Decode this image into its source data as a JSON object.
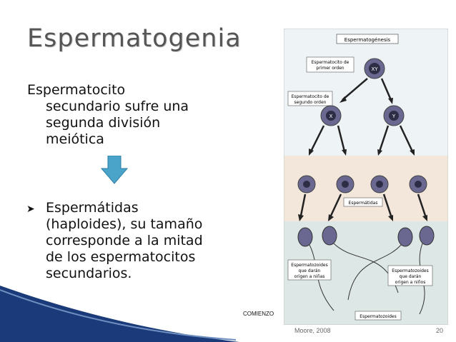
{
  "slide": {
    "title": "Espermatogenia",
    "bullet1_line1": "Espermatocito",
    "bullet1_line2": "secundario sufre una",
    "bullet1_line3": "segunda división",
    "bullet1_line4": "meiótica",
    "bullet2_lines": [
      "Espermátidas",
      "(haploides), su tamaño",
      "corresponde a la mitad",
      "de los espermatocitos",
      "secundarios."
    ],
    "comienzo": "COMIENZO",
    "footer_left": "Moore, 2008",
    "footer_right": "20"
  },
  "figure": {
    "heading": "Espermatogénesis",
    "label_primary": [
      "Espermatocito de",
      "primer orden"
    ],
    "label_secondary": [
      "Espermatocito de",
      "segundo orden"
    ],
    "label_spermatids": "Espermátidas",
    "label_girls": [
      "Espermatozoides",
      "que darán",
      "origen a niñas"
    ],
    "label_boys": [
      "Espermatozoides",
      "que darán",
      "origen a niños"
    ],
    "label_sperm": "Espermatozoides",
    "chrom_primary": "XY",
    "chrom_secondary_left": "X",
    "chrom_secondary_right": "Y",
    "band_colors": {
      "top": "#eef3f6",
      "middle": "#f3e7dc",
      "bottom": "#dde8e6"
    }
  },
  "colors": {
    "arrow": "#4aa3c9",
    "title": "#555555",
    "swoosh": "#1a3a7a"
  }
}
